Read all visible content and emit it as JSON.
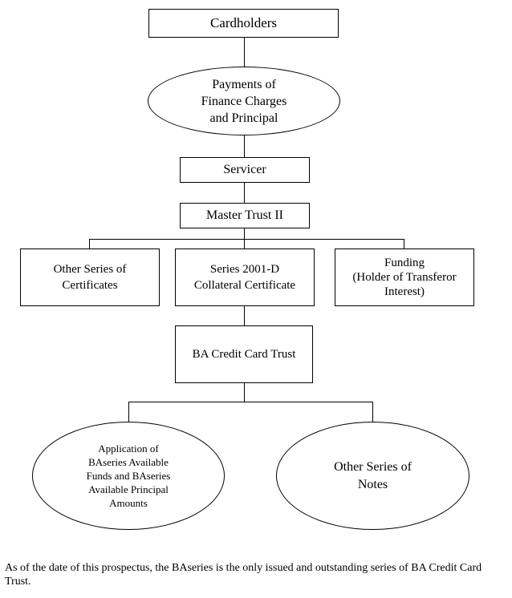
{
  "nodes": {
    "cardholders": "Cardholders",
    "payments": "Payments of\nFinance Charges\nand Principal",
    "servicer": "Servicer",
    "master_trust": "Master Trust II",
    "other_series_certificates": "Other Series of\nCertificates",
    "collateral_certificate": "Series 2001-D\nCollateral Certificate",
    "funding": "Funding\n(Holder of Transferor\nInterest)",
    "ba_trust": "BA Credit Card Trust",
    "application": "Application of\nBAseries Available\nFunds and BAseries\nAvailable Principal\nAmounts",
    "other_notes": "Other Series of\nNotes"
  },
  "caption": "As of the date of this prospectus, the BAseries is the only issued and outstanding series of BA Credit Card Trust."
}
